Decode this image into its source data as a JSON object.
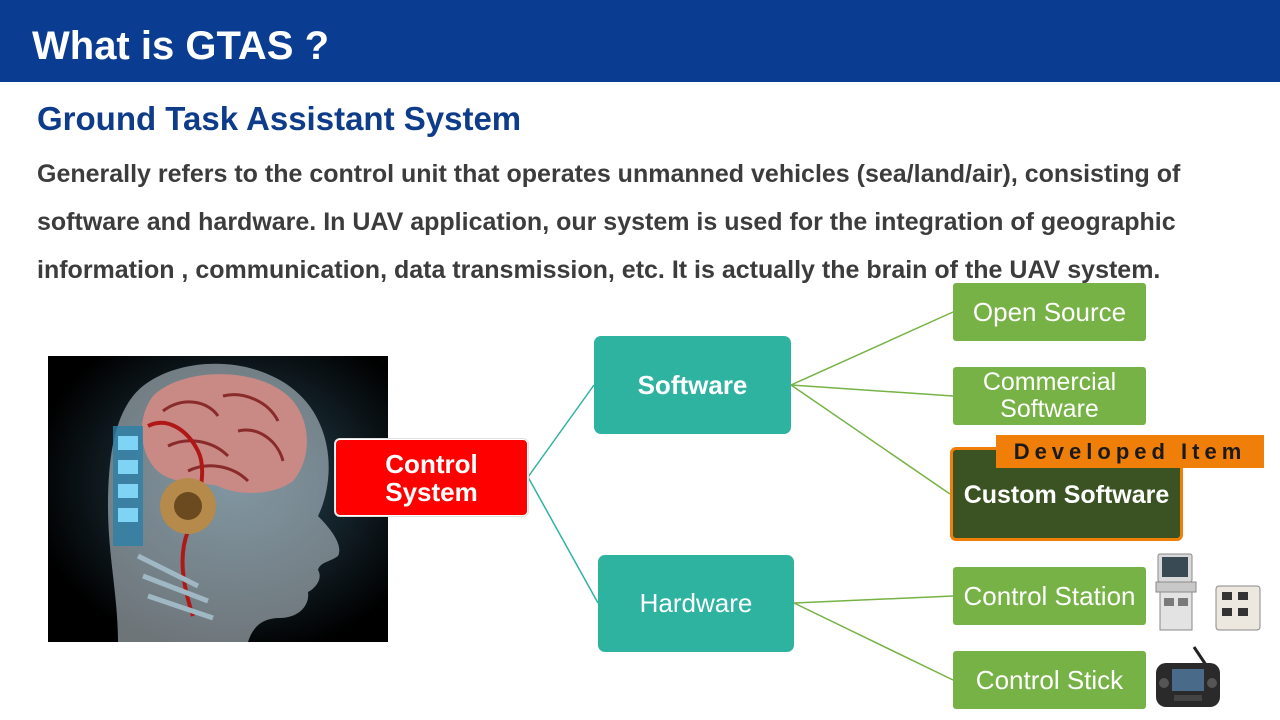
{
  "header": {
    "title": "What is GTAS ?"
  },
  "subtitle": "Ground Task Assistant System",
  "description": "Generally refers to the control unit that operates unmanned vehicles (sea/land/air), consisting of software and hardware. In UAV application, our system is used for the integration of  geographic information , communication, data transmission, etc. It is actually the brain of the UAV system.",
  "diagram": {
    "root": {
      "line1": "Control",
      "line2": "System"
    },
    "software": {
      "label": "Software"
    },
    "hardware": {
      "label": "Hardware"
    },
    "software_children": {
      "open_source": "Open Source",
      "commercial_line1": "Commercial",
      "commercial_line2": "Software",
      "custom": "Custom Software"
    },
    "hardware_children": {
      "control_station": "Control Station",
      "control_stick": "Control Stick"
    },
    "badge": "Developed Item"
  },
  "colors": {
    "header": "#0a3d91",
    "root": "#ff0000",
    "branch": "#2fb3a1",
    "leaf": "#76b245",
    "custom": "#3b5323",
    "badge": "#f07f09"
  },
  "images": {
    "photo": "cyborg-head-illustration",
    "station_device": "control-station-device",
    "stick_device": "handheld-controller-device"
  }
}
